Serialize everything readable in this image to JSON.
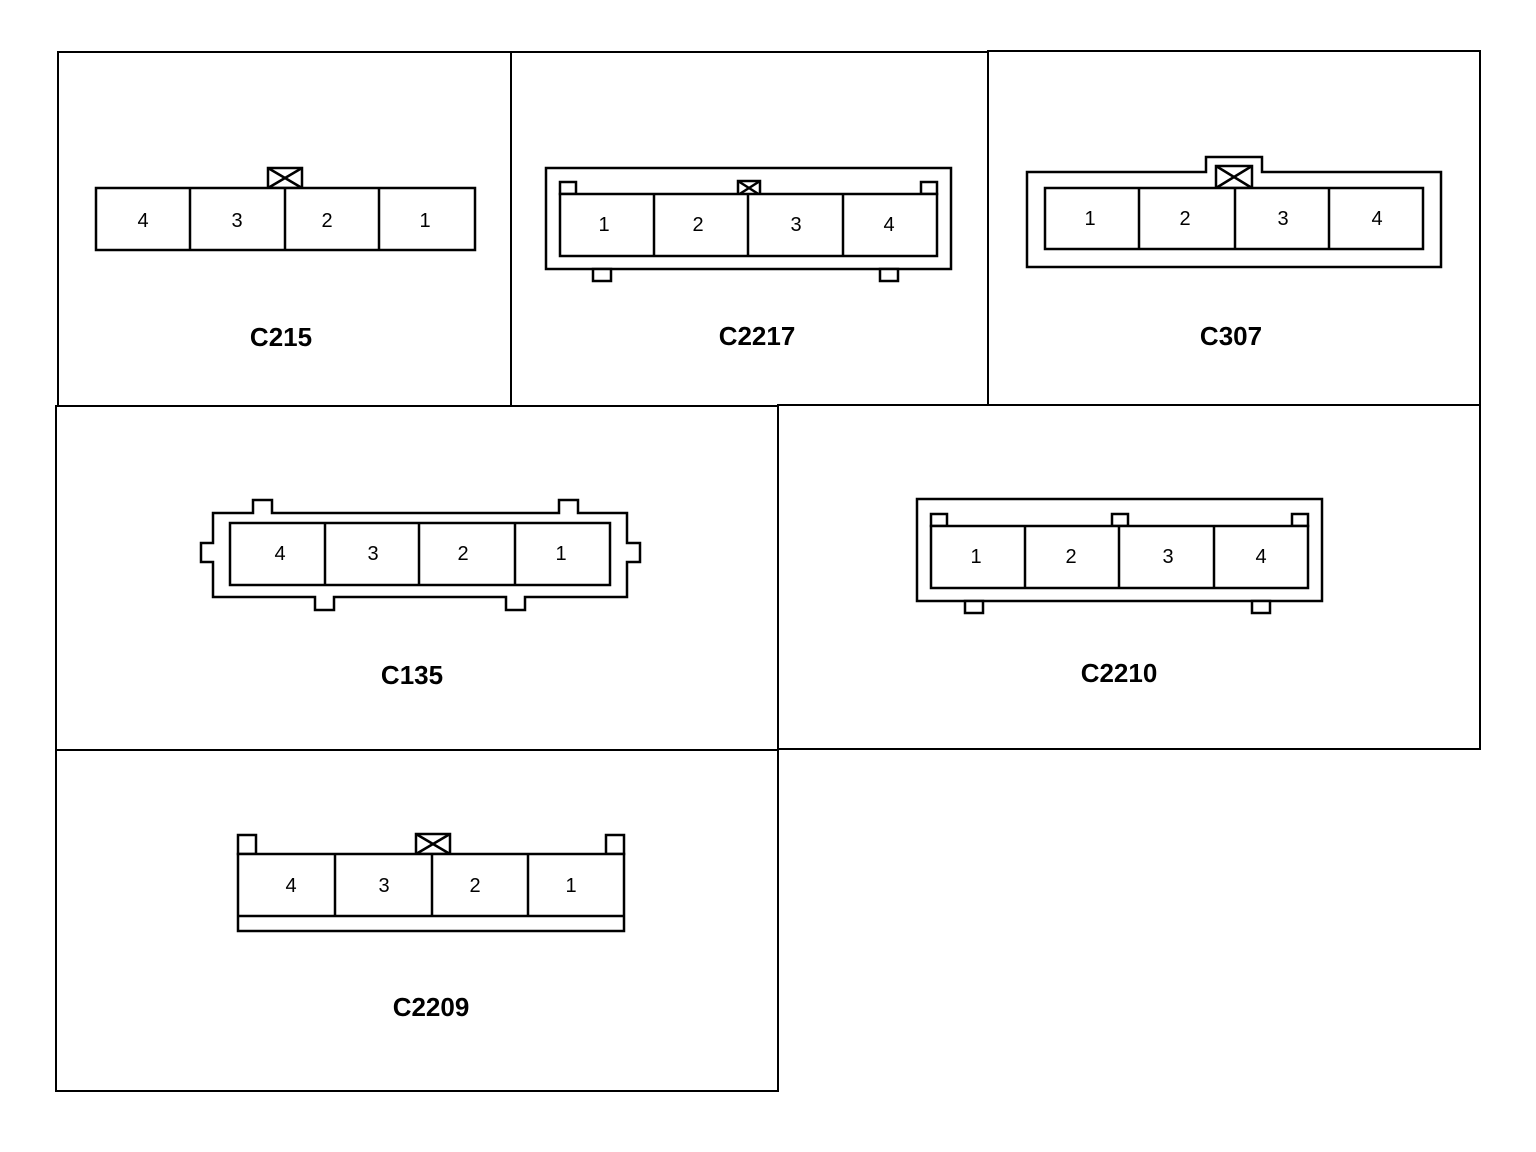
{
  "connectors": [
    {
      "id": "C215",
      "label": "C215",
      "pins": [
        "4",
        "3",
        "2",
        "1"
      ]
    },
    {
      "id": "C2217",
      "label": "C2217",
      "pins": [
        "1",
        "2",
        "3",
        "4"
      ]
    },
    {
      "id": "C307",
      "label": "C307",
      "pins": [
        "1",
        "2",
        "3",
        "4"
      ]
    },
    {
      "id": "C135",
      "label": "C135",
      "pins": [
        "4",
        "3",
        "2",
        "1"
      ]
    },
    {
      "id": "C2210",
      "label": "C2210",
      "pins": [
        "1",
        "2",
        "3",
        "4"
      ]
    },
    {
      "id": "C2209",
      "label": "C2209",
      "pins": [
        "4",
        "3",
        "2",
        "1"
      ]
    }
  ],
  "colors": {
    "line": "#000000",
    "background": "#ffffff"
  }
}
